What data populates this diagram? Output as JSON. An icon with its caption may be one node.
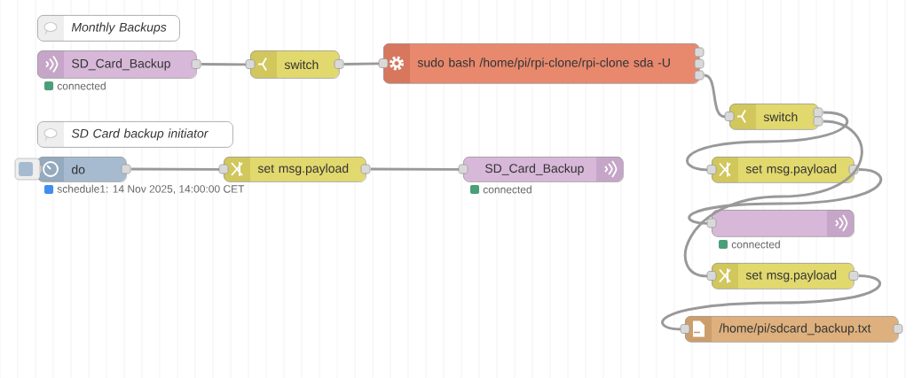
{
  "diagram": {
    "nodes": [
      {
        "text": [
          "Monthly Backups"
        ]
      },
      {
        "text": [
          "SD_Card_Backup"
        ],
        "beside": [
          "connected"
        ]
      },
      {
        "text": [
          "switch"
        ]
      },
      {
        "text": [
          "sudo bash /home/pi/rpi-clone/rpi-clone sda -U"
        ]
      },
      {
        "text": [
          "SD Card backup initiator"
        ]
      },
      {
        "text": [
          "do"
        ],
        "beside": [
          "schedule1: 14 Nov 2025, 14:00:00 CET"
        ]
      },
      {
        "text": [
          "set msg.payload"
        ]
      },
      {
        "text": [
          "SD_Card_Backup"
        ],
        "beside": [
          "connected"
        ]
      },
      {
        "text": [
          "switch"
        ]
      },
      {
        "text": [
          "set msg.payload"
        ]
      },
      {
        "text": [],
        "shape": "box",
        "beside": [
          "connected"
        ]
      },
      {
        "text": [
          "set msg.payload"
        ]
      },
      {
        "text": [
          "/home/pi/sdcard_backup.txt"
        ]
      }
    ],
    "edges": [
      {
        "from": 1,
        "to": 2,
        "arrow": "none"
      },
      {
        "from": 2,
        "to": 3,
        "arrow": "none"
      },
      {
        "from": 3,
        "to": 8,
        "arrow": "none"
      },
      {
        "from": 8,
        "to": 9,
        "arrow": "none"
      },
      {
        "from": 8,
        "to": 11,
        "arrow": "none"
      },
      {
        "from": 9,
        "to": 10,
        "arrow": "none"
      },
      {
        "from": 11,
        "to": 12,
        "arrow": "none"
      },
      {
        "from": 5,
        "to": 6,
        "arrow": "none"
      },
      {
        "from": 6,
        "to": 7,
        "arrow": "none"
      }
    ]
  }
}
